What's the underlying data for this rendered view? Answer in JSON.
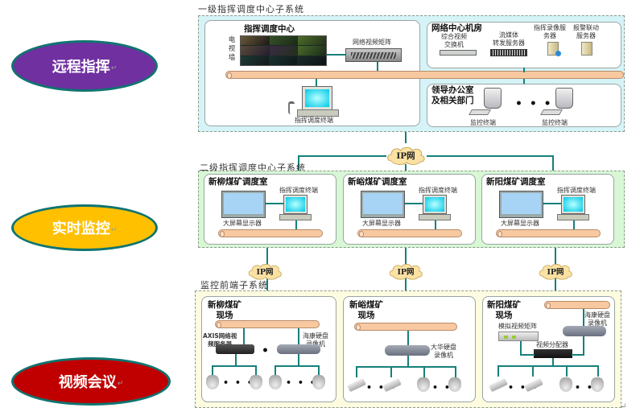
{
  "functions": [
    {
      "label": "远程指挥",
      "color": "#7030a0"
    },
    {
      "label": "实时监控",
      "color": "#ffc000"
    },
    {
      "label": "视频会议",
      "color": "#c00000"
    }
  ],
  "paragraph_mark": "↵",
  "level1": {
    "title": "一级指挥调度中心子系统",
    "command_center": {
      "title": "指挥调度中心",
      "tv_wall": "电视墙",
      "matrix": "网络视频矩阵",
      "terminal": "指挥调度终端"
    },
    "network_room": {
      "title": "网络中心机房",
      "devices": [
        {
          "label": "综合视频\n交换机"
        },
        {
          "label": "流媒体\n转发服务器"
        },
        {
          "label": "指挥录像服\n务器"
        },
        {
          "label": "报警联动\n服务器"
        }
      ]
    },
    "leaders": {
      "title": "领导办公室\n及相关部门",
      "terminals": [
        "监控终端",
        "监控终端"
      ],
      "ellipsis": "• • •"
    }
  },
  "ip_network_label": "IP网",
  "level2": {
    "title": "二级指挥调度中心子系统",
    "rooms": [
      {
        "title": "新柳煤矿调度室",
        "display": "大屏幕显示器",
        "terminal": "指挥调度终端"
      },
      {
        "title": "新峪煤矿调度室",
        "display": "大屏幕显示器",
        "terminal": "指挥调度终端"
      },
      {
        "title": "新阳煤矿调度室",
        "display": "大屏幕显示器",
        "terminal": "指挥调度终端"
      }
    ]
  },
  "frontend": {
    "title": "监控前端子系统",
    "sites": [
      {
        "title": "新柳煤矿\n现场",
        "dev_a": "AXIS网络视\n频服务器",
        "dev_b": "海康硬盘\n录像机"
      },
      {
        "title": "新峪煤矿\n现场",
        "dev_a": "大华硬盘\n录像机"
      },
      {
        "title": "新阳煤矿\n现场",
        "dev_a": "模拟视频矩阵",
        "dev_b": "海康硬盘\n录像机",
        "dev_c": "视频分配器"
      }
    ],
    "ellipsis": "• • •"
  }
}
